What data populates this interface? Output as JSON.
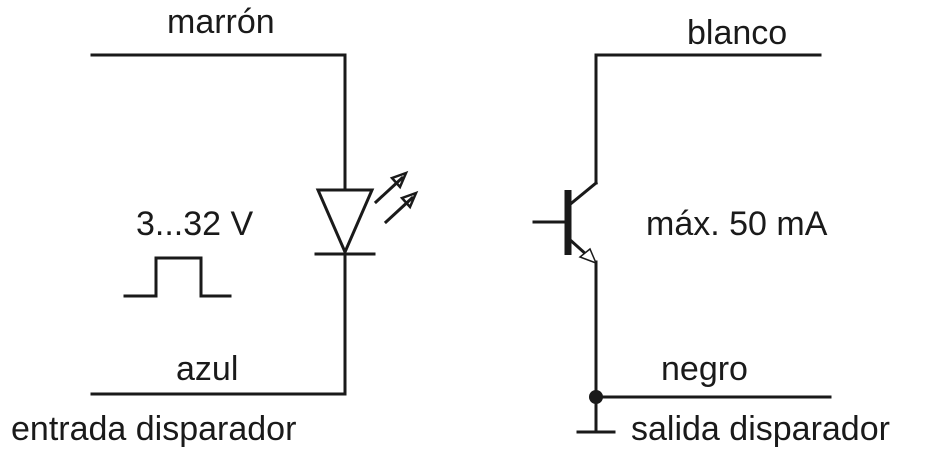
{
  "labels": {
    "top_left": "marrón",
    "bottom_left": "azul",
    "input_caption": "entrada disparador",
    "voltage": "3...32 V",
    "top_right": "blanco",
    "bottom_right": "negro",
    "output_caption": "salida disparador",
    "current": "máx. 50 mA"
  },
  "colors": {
    "line": "#1a1a1a",
    "background": "#ffffff"
  }
}
